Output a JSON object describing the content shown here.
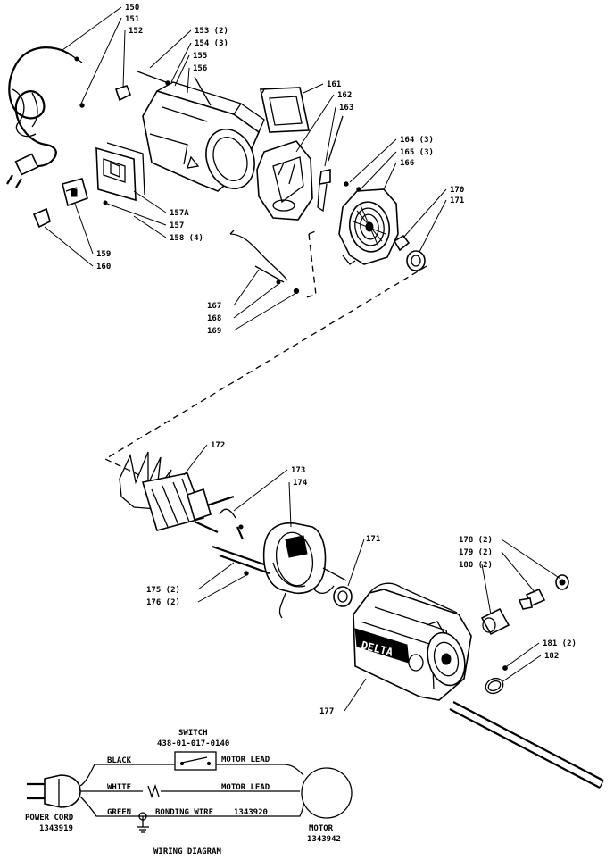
{
  "callouts": {
    "c150": "150",
    "c151": "151",
    "c152": "152",
    "c153": "153 (2)",
    "c154": "154 (3)",
    "c155": "155",
    "c156": "156",
    "c157a": "157A",
    "c157": "157",
    "c158": "158 (4)",
    "c159": "159",
    "c160": "160",
    "c161": "161",
    "c162": "162",
    "c163": "163",
    "c164": "164 (3)",
    "c165": "165 (3)",
    "c166": "166",
    "c167": "167",
    "c168": "168",
    "c169": "169",
    "c170": "170",
    "c171a": "171",
    "c171b": "171",
    "c172": "172",
    "c173": "173",
    "c174": "174",
    "c175": "175 (2)",
    "c176": "176 (2)",
    "c177": "177",
    "c178": "178 (2)",
    "c179": "179 (2)",
    "c180": "180 (2)",
    "c181": "181 (2)",
    "c182": "182"
  },
  "motor_brand": "DELTA",
  "wiring": {
    "switch_label": "SWITCH",
    "switch_part": "438-01-017-0140",
    "black": "BLACK",
    "white": "WHITE",
    "green": "GREEN",
    "motor_lead_1": "MOTOR LEAD",
    "motor_lead_2": "MOTOR LEAD",
    "bonding_wire": "BONDING WIRE",
    "bonding_part": "1343920",
    "power_cord": "POWER CORD",
    "power_cord_part": "1343919",
    "motor": "MOTOR",
    "motor_part": "1343942",
    "title": "WIRING DIAGRAM"
  }
}
